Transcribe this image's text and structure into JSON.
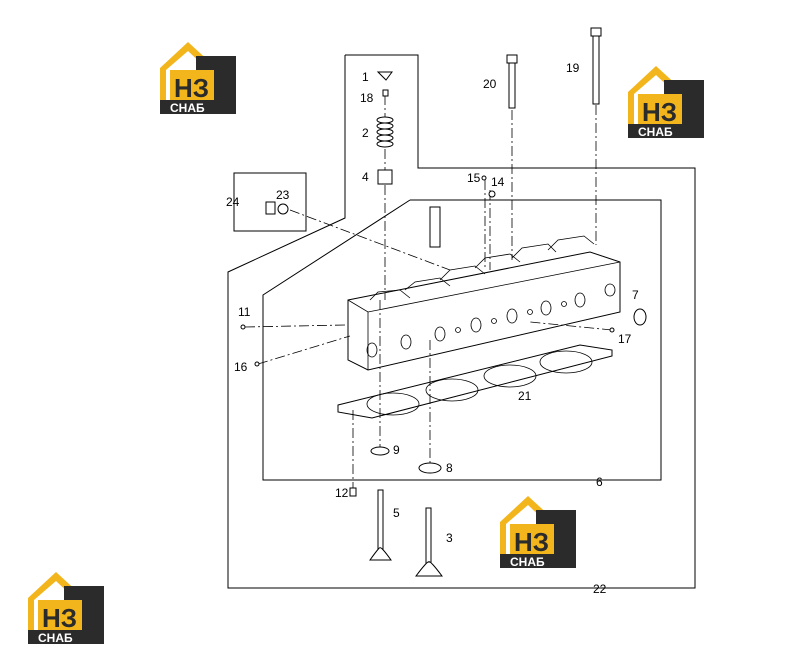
{
  "colors": {
    "logo_yellow": "#f2b51c",
    "logo_dark": "#2b2b2b",
    "line": "#000000"
  },
  "logo": {
    "mark": "НЗ",
    "word": "СНАБ"
  },
  "callouts": {
    "c1": "1",
    "c2": "2",
    "c3": "3",
    "c4": "4",
    "c5": "5",
    "c6": "6",
    "c7": "7",
    "c8": "8",
    "c9": "9",
    "c11": "11",
    "c12": "12",
    "c14": "14",
    "c15": "15",
    "c16": "16",
    "c17": "17",
    "c18": "18",
    "c19": "19",
    "c20": "20",
    "c21": "21",
    "c22": "22",
    "c23": "23",
    "c24": "24"
  }
}
